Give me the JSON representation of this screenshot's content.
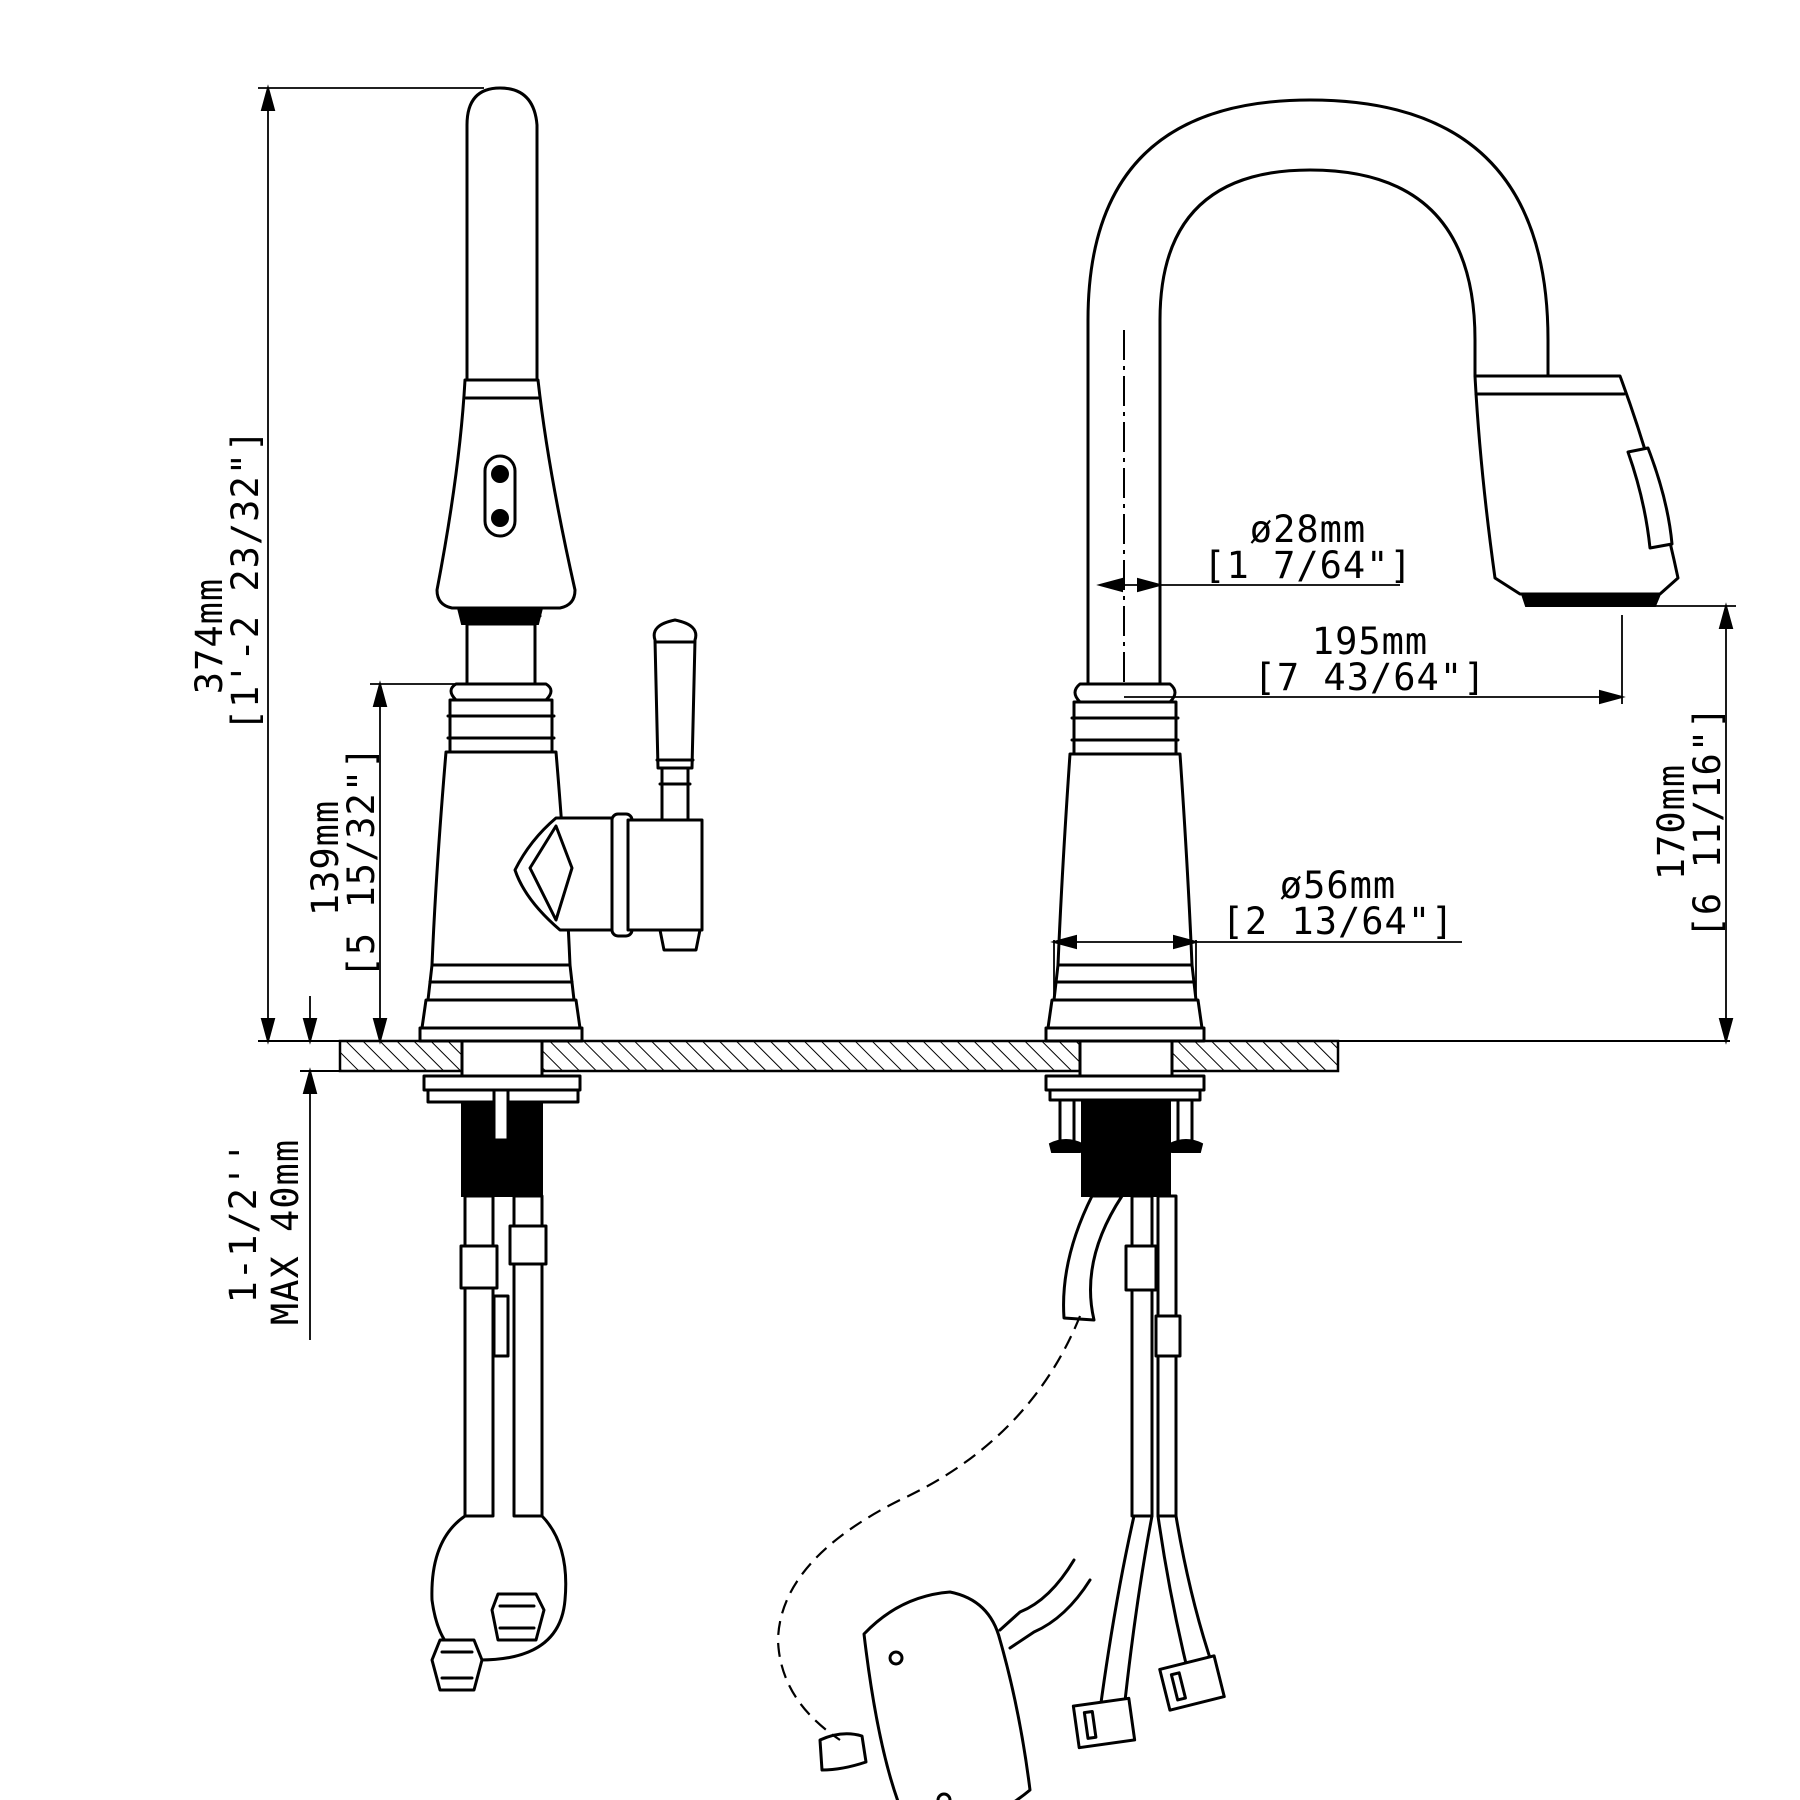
{
  "dimensions": {
    "total_height": {
      "metric": "374mm",
      "imperial": "[1'-2 23/32\"]"
    },
    "body_height": {
      "metric": "139mm",
      "imperial": "[5 15/32\"]"
    },
    "deck_max": {
      "line1": "1-1/2''",
      "line2": "MAX 40mm"
    },
    "spout_diameter": {
      "metric": "ø28mm",
      "imperial": "[1 7/64\"]"
    },
    "reach": {
      "metric": "195mm",
      "imperial": "[7 43/64\"]"
    },
    "spout_clearance": {
      "metric": "170mm",
      "imperial": "[6 11/16\"]"
    },
    "base_diameter": {
      "metric": "ø56mm",
      "imperial": "[2 13/64\"]"
    }
  }
}
